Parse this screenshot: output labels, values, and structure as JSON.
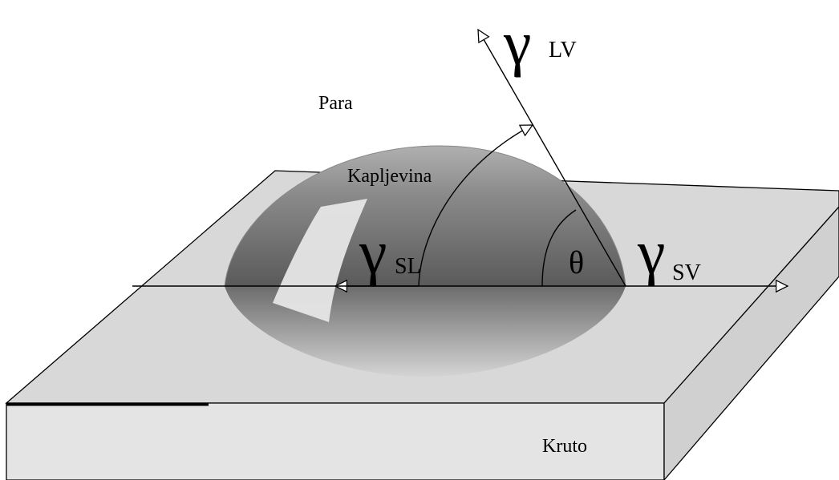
{
  "diagram": {
    "labels": {
      "vapor": "Para",
      "liquid": "Kapljevina",
      "solid": "Kruto",
      "angle": "θ"
    },
    "tensions": {
      "liquid_vapor": {
        "symbol": "γ",
        "subscript": "LV"
      },
      "solid_liquid": {
        "symbol": "γ",
        "subscript": "SL"
      },
      "solid_vapor": {
        "symbol": "γ",
        "subscript": "SV"
      }
    },
    "colors": {
      "surface_top": "#d8d8d8",
      "surface_side": "#e4e4e4",
      "outline": "#000000",
      "drop_dark": "#6a6a6a",
      "drop_light": "#cfcfcf",
      "highlight": "#e6e6e6"
    }
  }
}
